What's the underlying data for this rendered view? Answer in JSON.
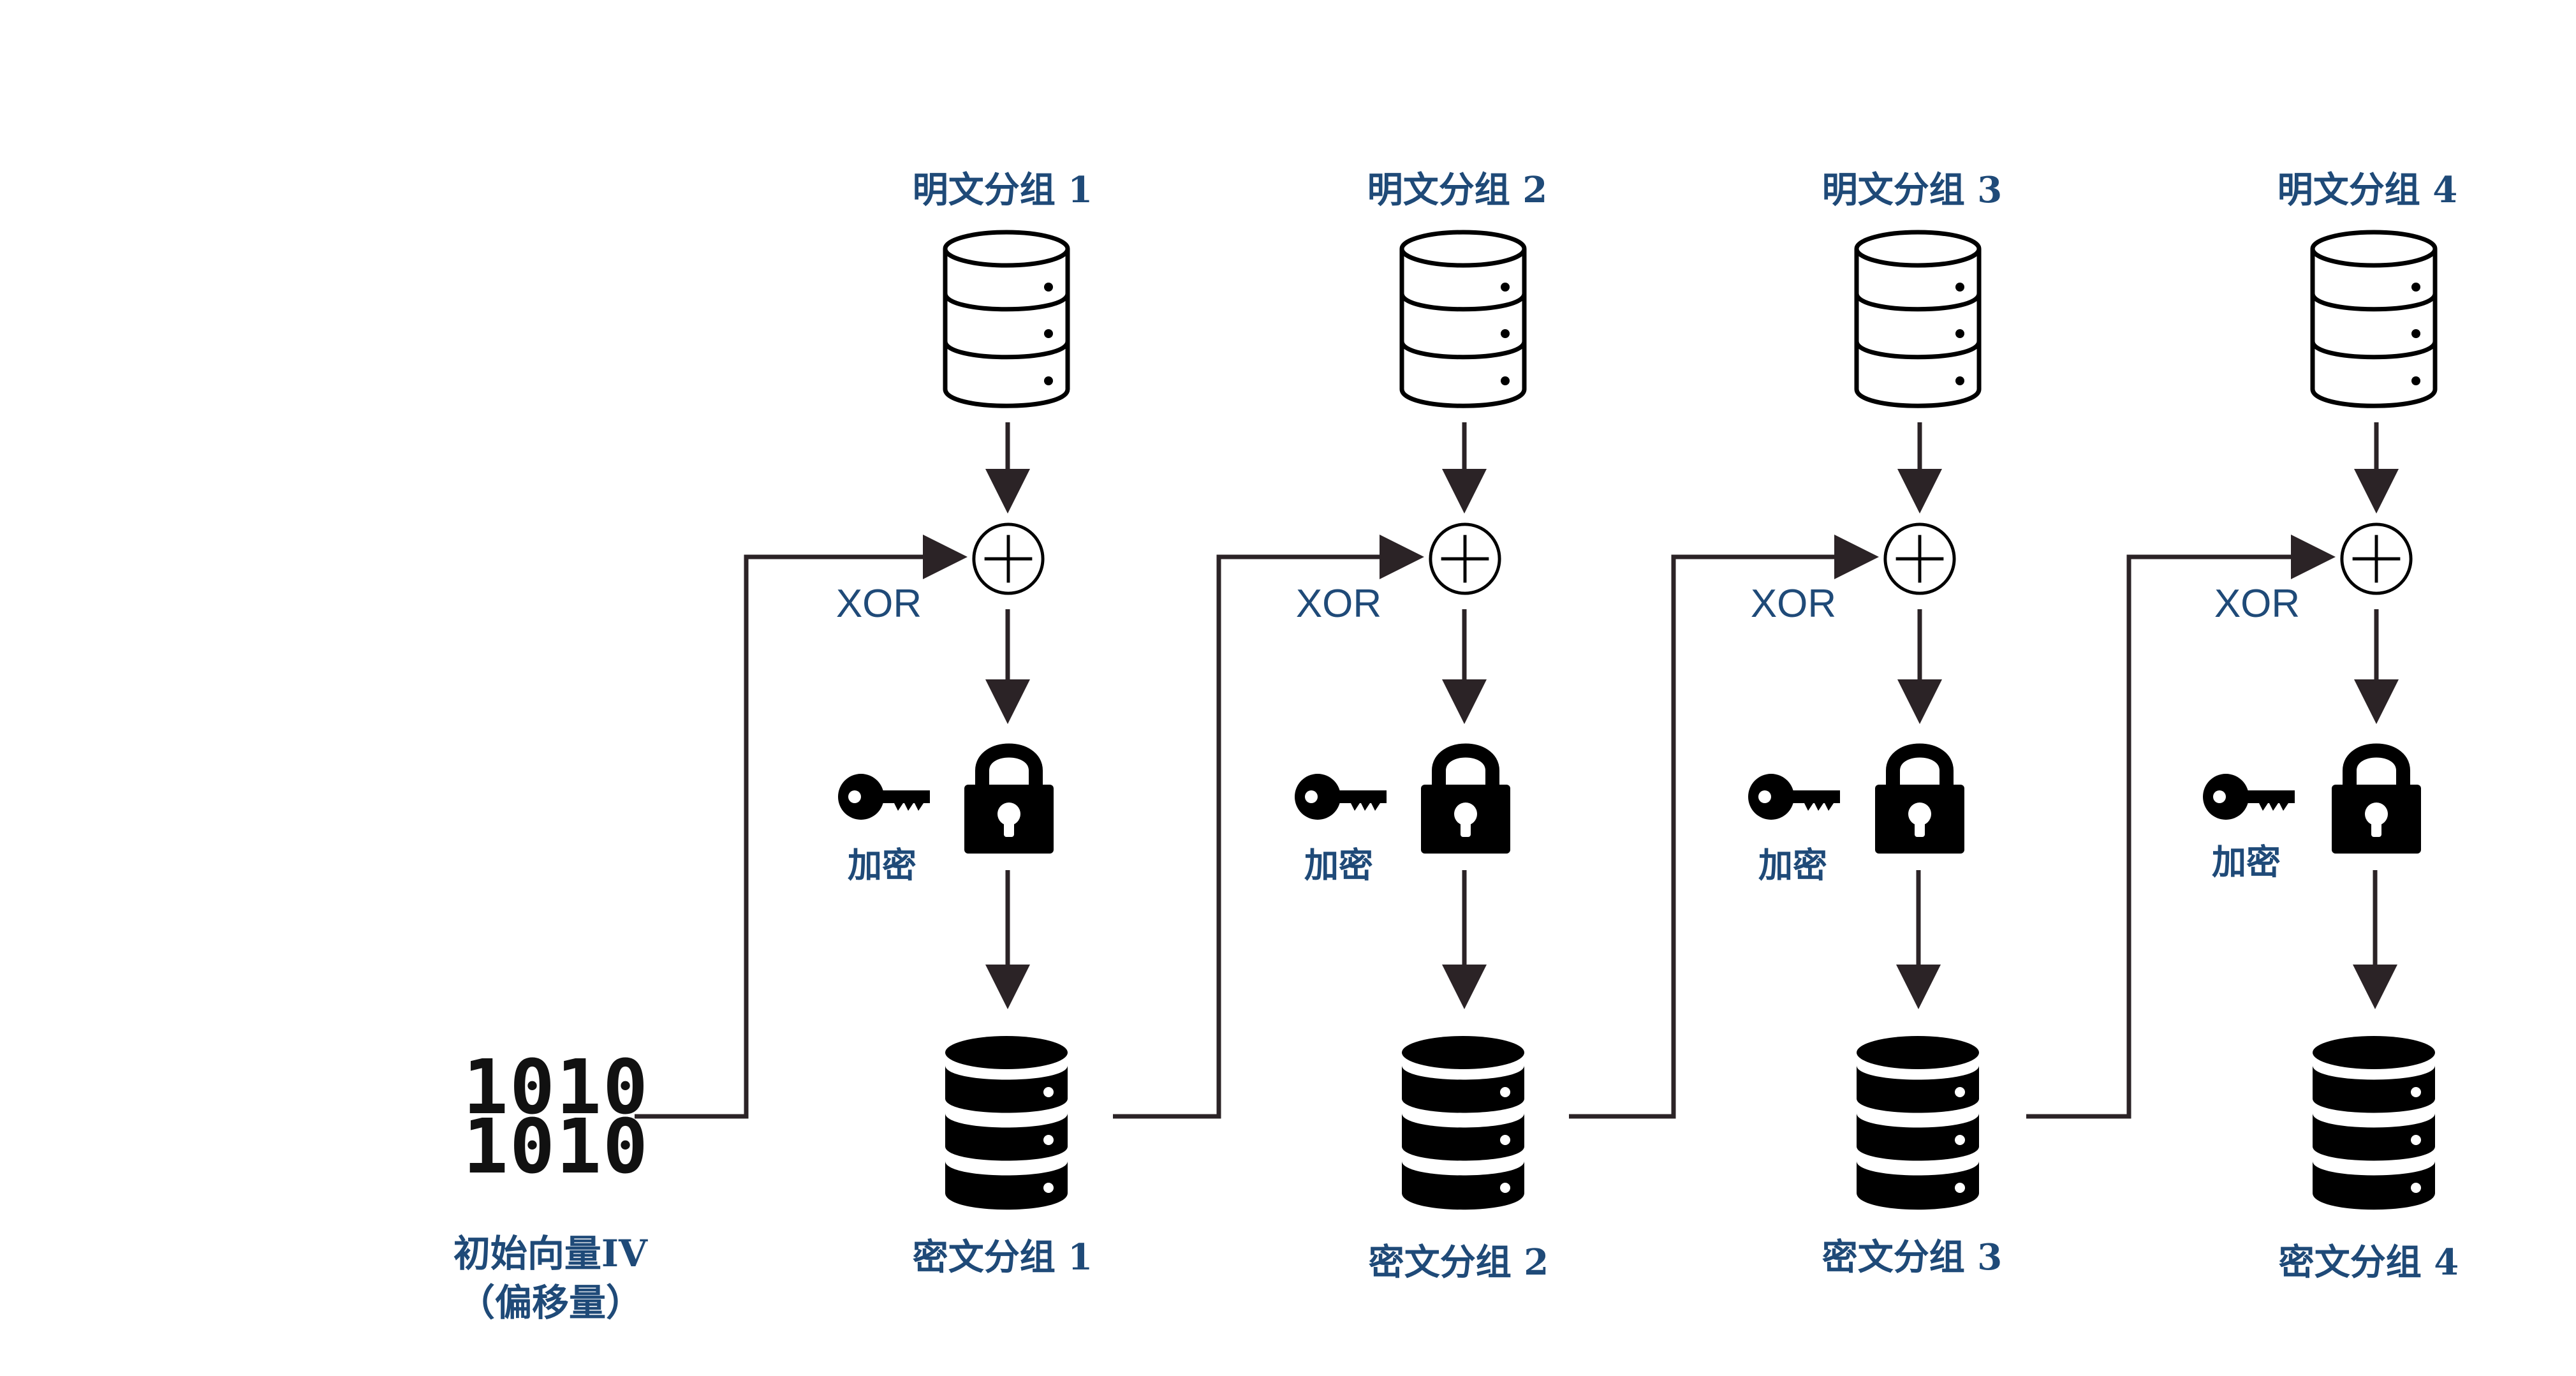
{
  "blocks": [
    {
      "plaintext_label": "明文分组 1",
      "xor_label": "XOR",
      "encrypt_label": "加密",
      "ciphertext_label": "密文分组 1"
    },
    {
      "plaintext_label": "明文分组 2",
      "xor_label": "XOR",
      "encrypt_label": "加密",
      "ciphertext_label": "密文分组 2"
    },
    {
      "plaintext_label": "明文分组 3",
      "xor_label": "XOR",
      "encrypt_label": "加密",
      "ciphertext_label": "密文分组 3"
    },
    {
      "plaintext_label": "明文分组 4",
      "xor_label": "XOR",
      "encrypt_label": "加密",
      "ciphertext_label": "密文分组 4"
    }
  ],
  "iv": {
    "binary_line1": "1010",
    "binary_line2": "1010",
    "label_line1": "初始向量IV",
    "label_line2": "（偏移量）"
  },
  "icons": {
    "plaintext": "database-outline-icon",
    "ciphertext": "database-filled-icon",
    "xor": "xor-circle-plus-icon",
    "lock": "padlock-icon",
    "key": "key-icon"
  },
  "colors": {
    "label": "#1f4a78",
    "line": "#2b2326",
    "icon": "#000000"
  }
}
